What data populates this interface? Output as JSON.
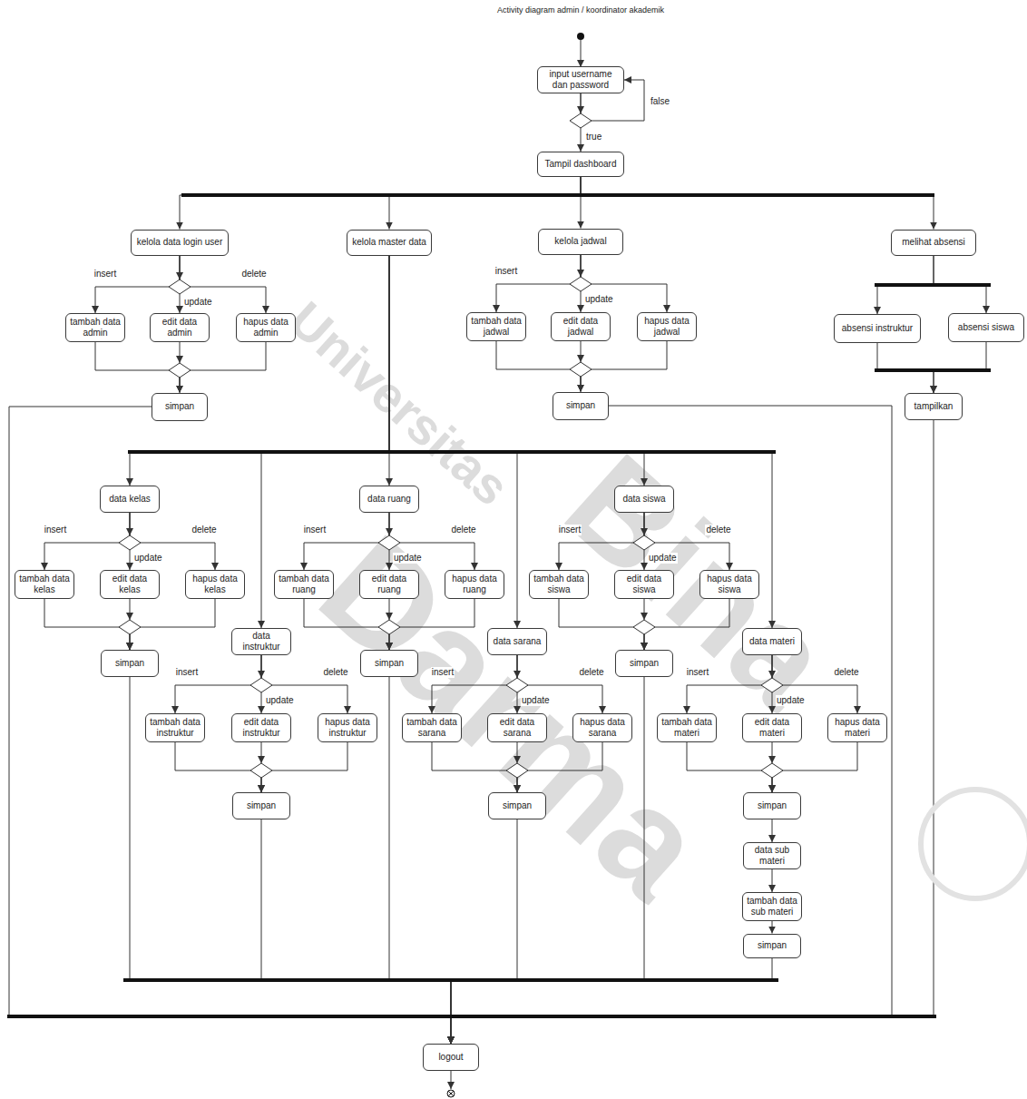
{
  "diagram": {
    "title": "Activity diagram admin / koordinator akademik",
    "nodes": [
      {
        "text": [
          "input username dan password"
        ]
      },
      {
        "text": [
          "Tampil dashboard"
        ]
      },
      {
        "text": [
          "kelola data login user"
        ]
      },
      {
        "text": [
          "kelola master data"
        ]
      },
      {
        "text": [
          "kelola jadwal"
        ]
      },
      {
        "text": [
          "melihat absensi"
        ]
      },
      {
        "text": [
          "tambah data admin"
        ]
      },
      {
        "text": [
          "edit data admin"
        ]
      },
      {
        "text": [
          "hapus data admin"
        ]
      },
      {
        "text": [
          "simpan"
        ]
      },
      {
        "text": [
          "tambah data jadwal"
        ]
      },
      {
        "text": [
          "edit data jadwal"
        ]
      },
      {
        "text": [
          "hapus data jadwal"
        ]
      },
      {
        "text": [
          "simpan"
        ]
      },
      {
        "text": [
          "absensi instruktur"
        ]
      },
      {
        "text": [
          "absensi siswa"
        ]
      },
      {
        "text": [
          "tampilkan"
        ]
      },
      {
        "text": [
          "data kelas"
        ]
      },
      {
        "text": [
          "tambah data kelas"
        ]
      },
      {
        "text": [
          "edit data kelas"
        ]
      },
      {
        "text": [
          "hapus data kelas"
        ]
      },
      {
        "text": [
          "simpan"
        ]
      },
      {
        "text": [
          "data instruktur"
        ]
      },
      {
        "text": [
          "tambah data instruktur"
        ]
      },
      {
        "text": [
          "edit data instruktur"
        ]
      },
      {
        "text": [
          "hapus data instruktur"
        ]
      },
      {
        "text": [
          "simpan"
        ]
      },
      {
        "text": [
          "data ruang"
        ]
      },
      {
        "text": [
          "tambah data ruang"
        ]
      },
      {
        "text": [
          "edit data ruang"
        ]
      },
      {
        "text": [
          "hapus data ruang"
        ]
      },
      {
        "text": [
          "simpan"
        ]
      },
      {
        "text": [
          "data sarana"
        ]
      },
      {
        "text": [
          "tambah data sarana"
        ]
      },
      {
        "text": [
          "edit data sarana"
        ]
      },
      {
        "text": [
          "hapus data sarana"
        ]
      },
      {
        "text": [
          "simpan"
        ]
      },
      {
        "text": [
          "data siswa"
        ]
      },
      {
        "text": [
          "tambah data siswa"
        ]
      },
      {
        "text": [
          "edit data siswa"
        ]
      },
      {
        "text": [
          "hapus data siswa"
        ]
      },
      {
        "text": [
          "simpan"
        ]
      },
      {
        "text": [
          "data materi"
        ]
      },
      {
        "text": [
          "tambah data materi"
        ]
      },
      {
        "text": [
          "edit data materi"
        ]
      },
      {
        "text": [
          "hapus data materi"
        ]
      },
      {
        "text": [
          "simpan"
        ]
      },
      {
        "text": [
          "data sub materi"
        ]
      },
      {
        "text": [
          "tambah data sub materi"
        ]
      },
      {
        "text": [
          "simpan"
        ]
      },
      {
        "text": [
          "logout"
        ]
      }
    ],
    "edges": [
      {
        "from": 0,
        "to": 0,
        "label": "false",
        "arrow": "to"
      },
      {
        "from": 0,
        "to": 1,
        "label": "true",
        "arrow": "to"
      },
      {
        "from": 1,
        "to": 2,
        "arrow": "to"
      },
      {
        "from": 1,
        "to": 3,
        "arrow": "to"
      },
      {
        "from": 1,
        "to": 4,
        "arrow": "to"
      },
      {
        "from": 1,
        "to": 5,
        "arrow": "to"
      },
      {
        "from": 2,
        "to": 6,
        "label": "insert",
        "arrow": "to"
      },
      {
        "from": 2,
        "to": 7,
        "label": "update",
        "arrow": "to"
      },
      {
        "from": 2,
        "to": 8,
        "label": "delete",
        "arrow": "to"
      },
      {
        "from": 6,
        "to": 9,
        "arrow": "to"
      },
      {
        "from": 7,
        "to": 9,
        "arrow": "to"
      },
      {
        "from": 8,
        "to": 9,
        "arrow": "to"
      },
      {
        "from": 4,
        "to": 10,
        "label": "insert",
        "arrow": "to"
      },
      {
        "from": 4,
        "to": 11,
        "label": "update",
        "arrow": "to"
      },
      {
        "from": 4,
        "to": 12,
        "arrow": "to"
      },
      {
        "from": 10,
        "to": 13,
        "arrow": "to"
      },
      {
        "from": 11,
        "to": 13,
        "arrow": "to"
      },
      {
        "from": 12,
        "to": 13,
        "arrow": "to"
      },
      {
        "from": 5,
        "to": 14,
        "arrow": "to"
      },
      {
        "from": 5,
        "to": 15,
        "arrow": "to"
      },
      {
        "from": 14,
        "to": 16,
        "arrow": "to"
      },
      {
        "from": 15,
        "to": 16,
        "arrow": "to"
      },
      {
        "from": 3,
        "to": 17,
        "arrow": "to"
      },
      {
        "from": 3,
        "to": 22,
        "arrow": "to"
      },
      {
        "from": 3,
        "to": 27,
        "arrow": "to"
      },
      {
        "from": 3,
        "to": 32,
        "arrow": "to"
      },
      {
        "from": 3,
        "to": 37,
        "arrow": "to"
      },
      {
        "from": 3,
        "to": 42,
        "arrow": "to"
      },
      {
        "from": 17,
        "to": 18,
        "label": "insert",
        "arrow": "to"
      },
      {
        "from": 17,
        "to": 19,
        "label": "update",
        "arrow": "to"
      },
      {
        "from": 17,
        "to": 20,
        "label": "delete",
        "arrow": "to"
      },
      {
        "from": 18,
        "to": 21,
        "arrow": "to"
      },
      {
        "from": 19,
        "to": 21,
        "arrow": "to"
      },
      {
        "from": 20,
        "to": 21,
        "arrow": "to"
      },
      {
        "from": 22,
        "to": 23,
        "label": "insert",
        "arrow": "to"
      },
      {
        "from": 22,
        "to": 24,
        "label": "update",
        "arrow": "to"
      },
      {
        "from": 22,
        "to": 25,
        "label": "delete",
        "arrow": "to"
      },
      {
        "from": 23,
        "to": 26,
        "arrow": "to"
      },
      {
        "from": 24,
        "to": 26,
        "arrow": "to"
      },
      {
        "from": 25,
        "to": 26,
        "arrow": "to"
      },
      {
        "from": 27,
        "to": 28,
        "label": "insert",
        "arrow": "to"
      },
      {
        "from": 27,
        "to": 29,
        "label": "update",
        "arrow": "to"
      },
      {
        "from": 27,
        "to": 30,
        "label": "delete",
        "arrow": "to"
      },
      {
        "from": 28,
        "to": 31,
        "arrow": "to"
      },
      {
        "from": 29,
        "to": 31,
        "arrow": "to"
      },
      {
        "from": 30,
        "to": 31,
        "arrow": "to"
      },
      {
        "from": 32,
        "to": 33,
        "label": "insert",
        "arrow": "to"
      },
      {
        "from": 32,
        "to": 34,
        "label": "update",
        "arrow": "to"
      },
      {
        "from": 32,
        "to": 35,
        "label": "delete",
        "arrow": "to"
      },
      {
        "from": 33,
        "to": 36,
        "arrow": "to"
      },
      {
        "from": 34,
        "to": 36,
        "arrow": "to"
      },
      {
        "from": 35,
        "to": 36,
        "arrow": "to"
      },
      {
        "from": 37,
        "to": 38,
        "label": "insert",
        "arrow": "to"
      },
      {
        "from": 37,
        "to": 39,
        "label": "update",
        "arrow": "to"
      },
      {
        "from": 37,
        "to": 40,
        "label": "delete",
        "arrow": "to"
      },
      {
        "from": 38,
        "to": 41,
        "arrow": "to"
      },
      {
        "from": 39,
        "to": 41,
        "arrow": "to"
      },
      {
        "from": 40,
        "to": 41,
        "arrow": "to"
      },
      {
        "from": 42,
        "to": 43,
        "label": "insert",
        "arrow": "to"
      },
      {
        "from": 42,
        "to": 44,
        "label": "update",
        "arrow": "to"
      },
      {
        "from": 42,
        "to": 45,
        "label": "delete",
        "arrow": "to"
      },
      {
        "from": 43,
        "to": 46,
        "arrow": "to"
      },
      {
        "from": 44,
        "to": 46,
        "arrow": "to"
      },
      {
        "from": 45,
        "to": 46,
        "arrow": "to"
      },
      {
        "from": 46,
        "to": 47,
        "arrow": "to"
      },
      {
        "from": 47,
        "to": 48,
        "arrow": "to"
      },
      {
        "from": 48,
        "to": 49,
        "arrow": "to"
      },
      {
        "from": 9,
        "to": 50,
        "arrow": "to"
      },
      {
        "from": 13,
        "to": 50,
        "arrow": "to"
      },
      {
        "from": 16,
        "to": 50,
        "arrow": "to"
      },
      {
        "from": 21,
        "to": 50,
        "arrow": "to"
      },
      {
        "from": 26,
        "to": 50,
        "arrow": "to"
      },
      {
        "from": 31,
        "to": 50,
        "arrow": "to"
      },
      {
        "from": 36,
        "to": 50,
        "arrow": "to"
      },
      {
        "from": 41,
        "to": 50,
        "arrow": "to"
      },
      {
        "from": 49,
        "to": 50,
        "arrow": "to"
      }
    ],
    "labels": [
      "Universitas",
      "Bina",
      "Darma"
    ]
  }
}
